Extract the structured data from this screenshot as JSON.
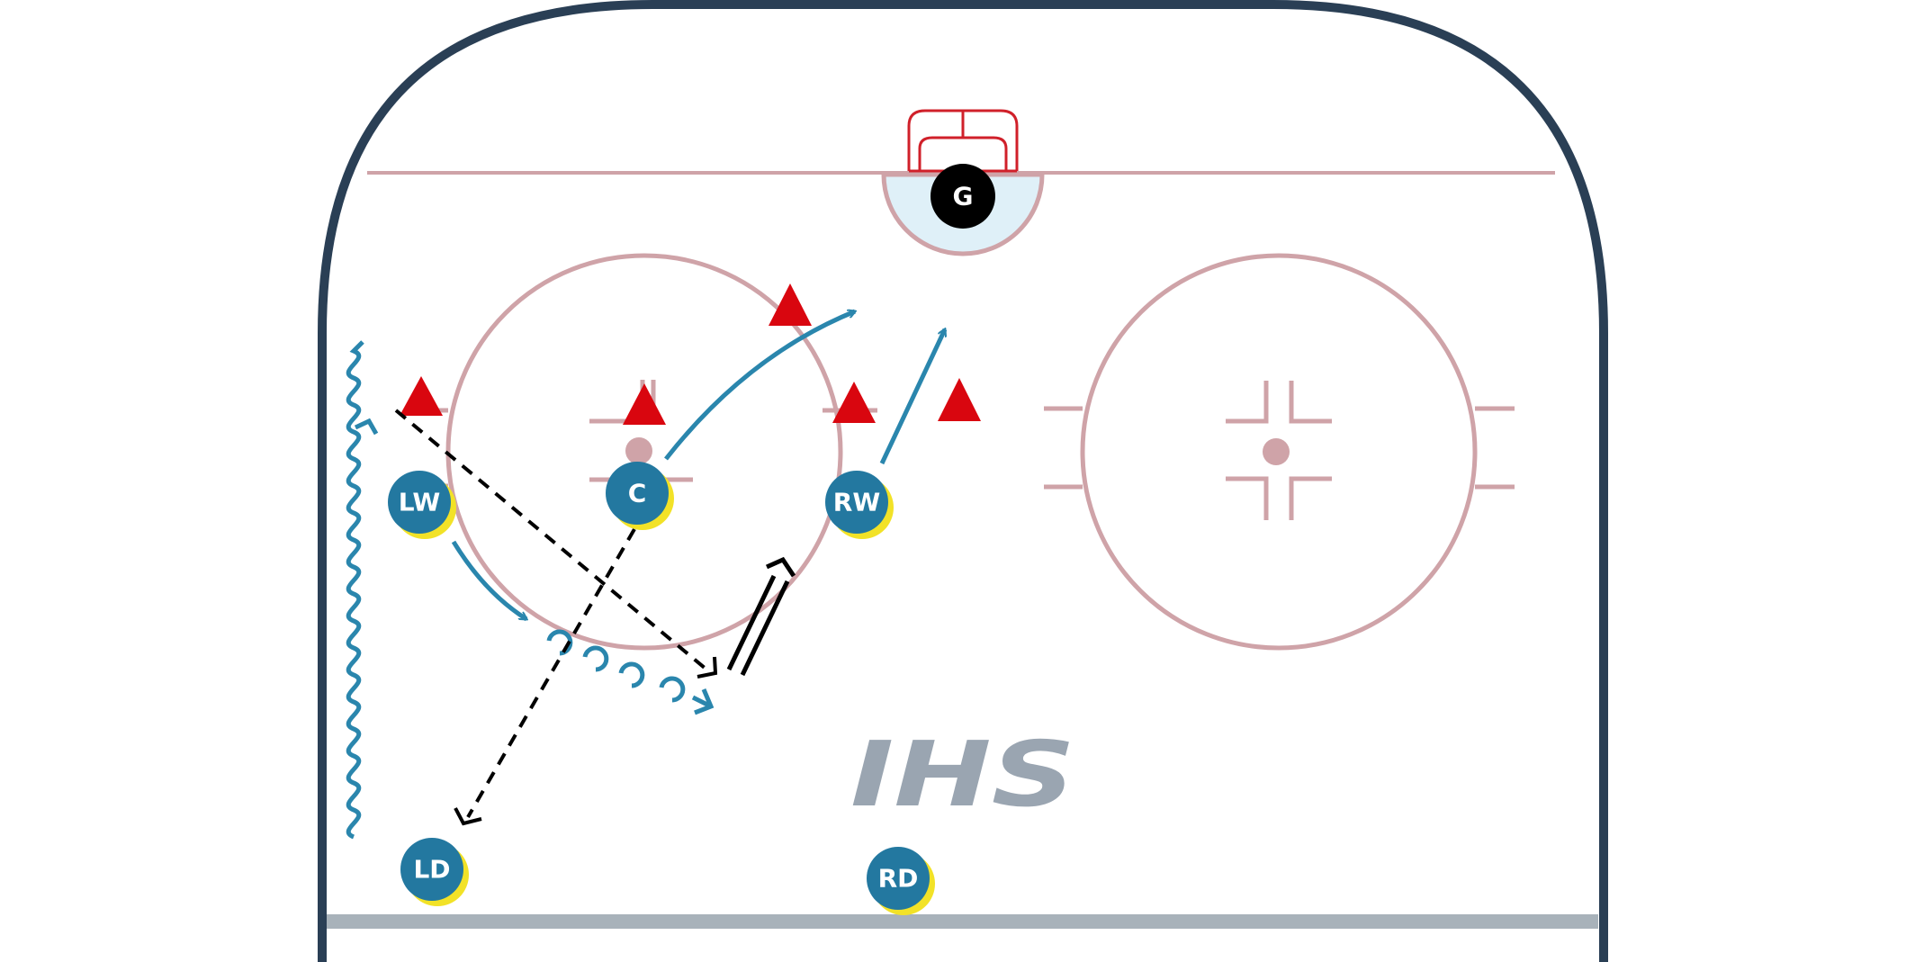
{
  "logo": {
    "text": "IHS"
  },
  "players": {
    "goalie": "G",
    "center": "C",
    "left_wing": "LW",
    "right_wing": "RW",
    "left_defense": "LD",
    "right_defense": "RD"
  },
  "colors": {
    "boards": "#2a3f55",
    "lines": "#cfa3a8",
    "goal_line": "#cfa3a8",
    "crease_fill": "#dff0f8",
    "net": "#d0202a",
    "player": "#2378a0",
    "player_shadow": "#f2e227",
    "goalie": "#000000",
    "cone": "#d9060f",
    "skate_path": "#2a86ad",
    "pass_path": "#000000",
    "blue_line": "#a8b2ba"
  },
  "icons": {
    "cone": "triangle-cone-icon",
    "player": "circle-player-icon"
  }
}
